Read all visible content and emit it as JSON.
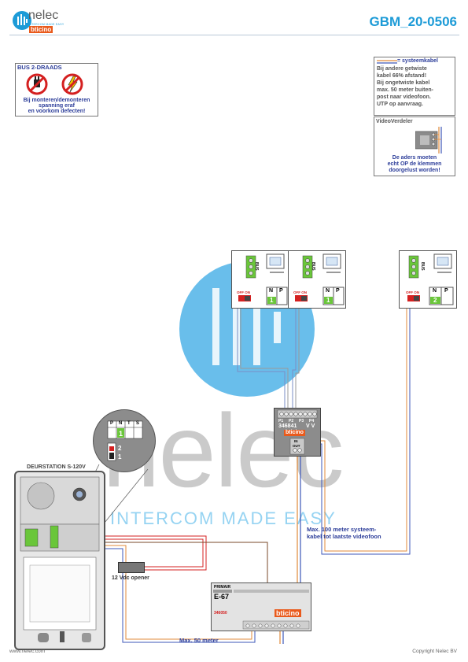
{
  "header": {
    "brand_name": "nelec",
    "brand_tagline": "INTERCOM MADE EASY",
    "brand_partner": "bticino",
    "doc_code": "GBM_20-0506"
  },
  "warning_box": {
    "title": "BUS 2-DRAADS",
    "lines": [
      "Bij monteren/demonteren",
      "spanning eraf",
      "en voorkom defecten!"
    ]
  },
  "legend_box": {
    "cable_label": "= systeemkabel",
    "lines": [
      "Bij andere getwiste",
      "kabel 66% afstand!",
      "Bij ongetwiste kabel",
      "max. 50 meter buiten-",
      "post naar videofoon.",
      "UTP op aanvraag."
    ]
  },
  "video_box": {
    "title": "VideoVerdeler",
    "lines": [
      "De aders moeten",
      "echt OP de klemmen",
      "doorgelust worden!"
    ]
  },
  "monitors": [
    {
      "bus": "BUS",
      "off_on": "OFF ON",
      "n": "N",
      "p": "P",
      "p_value": "1"
    },
    {
      "bus": "BUS",
      "off_on": "OFF ON",
      "n": "N",
      "p": "P",
      "p_value": "1"
    },
    {
      "bus": "BUS",
      "off_on": "OFF ON",
      "n": "N",
      "p": "P",
      "p_value": "2"
    }
  ],
  "distributor": {
    "ports": [
      "P1",
      "P2",
      "P3",
      "P4"
    ],
    "model": "346841",
    "vv": "V V",
    "brand": "bticino",
    "in": "IN",
    "out": "OUT"
  },
  "zoom": {
    "cols": [
      "P",
      "N",
      "T",
      "S"
    ],
    "value": "1",
    "switch_top": "2",
    "switch_bottom": "1"
  },
  "door_station": {
    "title": "DEURSTATION S-120V"
  },
  "opener_label": "12 Vdc opener",
  "power_supply": {
    "header": "PRIMAIR",
    "model_name": "E-67",
    "article": "346050",
    "brand": "bticino"
  },
  "notes": {
    "max100": [
      "Max. 100 meter systeem-",
      "kabel tot laatste videofoon"
    ],
    "max50": "Max. 50 meter"
  },
  "watermark": {
    "word": "nelec",
    "tagline": "INTERCOM MADE EASY"
  },
  "footer": {
    "left": "www.nelec.com",
    "right": "Copyright Nelec BV"
  },
  "colors": {
    "brand_blue": "#1d9bd7",
    "watermark_blue": "#4fb3e8",
    "warning_red": "#d42020",
    "text_blue": "#2d3e9a",
    "cable_orange": "#e08a3a",
    "cable_blue": "#3d57b8",
    "terminal_green": "#6ac63a"
  }
}
